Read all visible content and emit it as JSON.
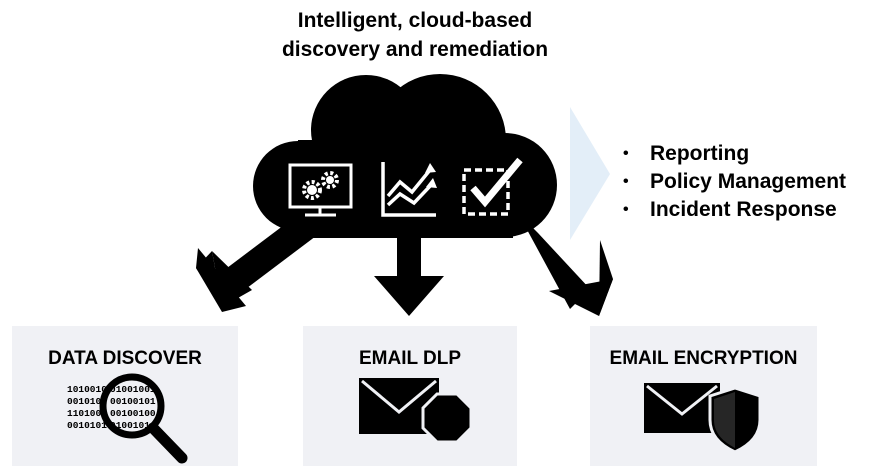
{
  "header": {
    "title_line1": "Intelligent, cloud-based",
    "title_line2": "discovery and remediation"
  },
  "cloud": {
    "icons": [
      "monitor-gears-icon",
      "line-chart-icon",
      "checkbox-icon"
    ]
  },
  "features": {
    "items": [
      "Reporting",
      "Policy Management",
      "Incident Response"
    ]
  },
  "cards": [
    {
      "title": "DATA DISCOVER",
      "icon": "magnifier-binary-icon",
      "binary_rows": [
        "1010010",
        "0010101",
        "1101000",
        "0010101"
      ],
      "binary_lens_rows": [
        "01001001",
        "00100101",
        "00100100",
        "01001011"
      ]
    },
    {
      "title": "EMAIL DLP",
      "icon": "envelope-stop-icon"
    },
    {
      "title": "EMAIL ENCRYPTION",
      "icon": "envelope-shield-icon"
    }
  ],
  "colors": {
    "card_background": "#f0f1f5",
    "chevron": "#e3eef8",
    "ink": "#000000"
  }
}
